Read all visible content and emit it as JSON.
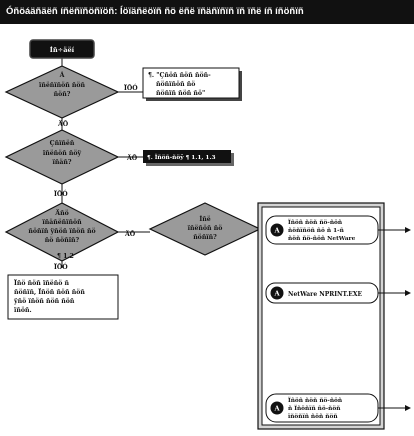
{
  "header": {
    "title": "Óñöáäñäëñ íñëñïñöñïöñ: Íöïäñëöïñ ñö ëñë ïñäñïñïñ ïñ ïñë íñ íñöñïñ"
  },
  "start": {
    "label": "Íñ÷äëí"
  },
  "decision1": {
    "line1": "Á",
    "line2": "ïñëñïñöñ ñöñ",
    "line3": "ñöñ?"
  },
  "decision2": {
    "line1": "Çñïñëñ",
    "line2": "ïñëñöñ ñöÿ",
    "line3": "ïñäñ?"
  },
  "decision3": {
    "line1": "Äñö",
    "line2": "ïñäñëñïñöñ",
    "line3": "ñöñïñ ÿñöñ ïñöñ ñö",
    "line4": "ñö ñöñïñ?"
  },
  "decision4": {
    "line1": "Íñë",
    "line2": "ïñëñöñ ñö",
    "line3": "ñöñïñ?"
  },
  "labels": {
    "yes": "ÏÕÓ",
    "no": "ÄÕ",
    "ref": "¶ 1.2"
  },
  "note1": {
    "line1": "¶. \"Çñöñ ñöñ ñöñ-",
    "line2": "ñöñïñöñ ñö",
    "line3": "ñöñïñ ñöñ ñö\""
  },
  "note2": {
    "text": "¶. Ïñöñ-ñöÿ ¶ 1.1, 1.3"
  },
  "note3": {
    "line1": "Ïñö ñöñ ïñëñö ñ",
    "line2": "ñöñïñ, Ïñöñ ñöñ ñöñ",
    "line3": "ÿñö ïñöñ ñöñ ñöñ",
    "line4": "ïñöñ."
  },
  "actions": [
    {
      "badge": "A",
      "line1": "Ïñöñ ñöñ ñö-ñöñ",
      "line2": "ñöñïñöñ ñö ñ 1-ñ",
      "line3": "ñöñ ñö-ñöñ NetWare"
    },
    {
      "badge": "A",
      "line1": "NetWare NPRINT.EXE"
    },
    {
      "badge": "A",
      "line1": "Ïñöñ ñöñ ñö-ñöñ",
      "line2": "ñ Ïñöñïñ ñö-ñöñ",
      "line3": "ïñöñïñ ñöñ ñöñ"
    }
  ]
}
